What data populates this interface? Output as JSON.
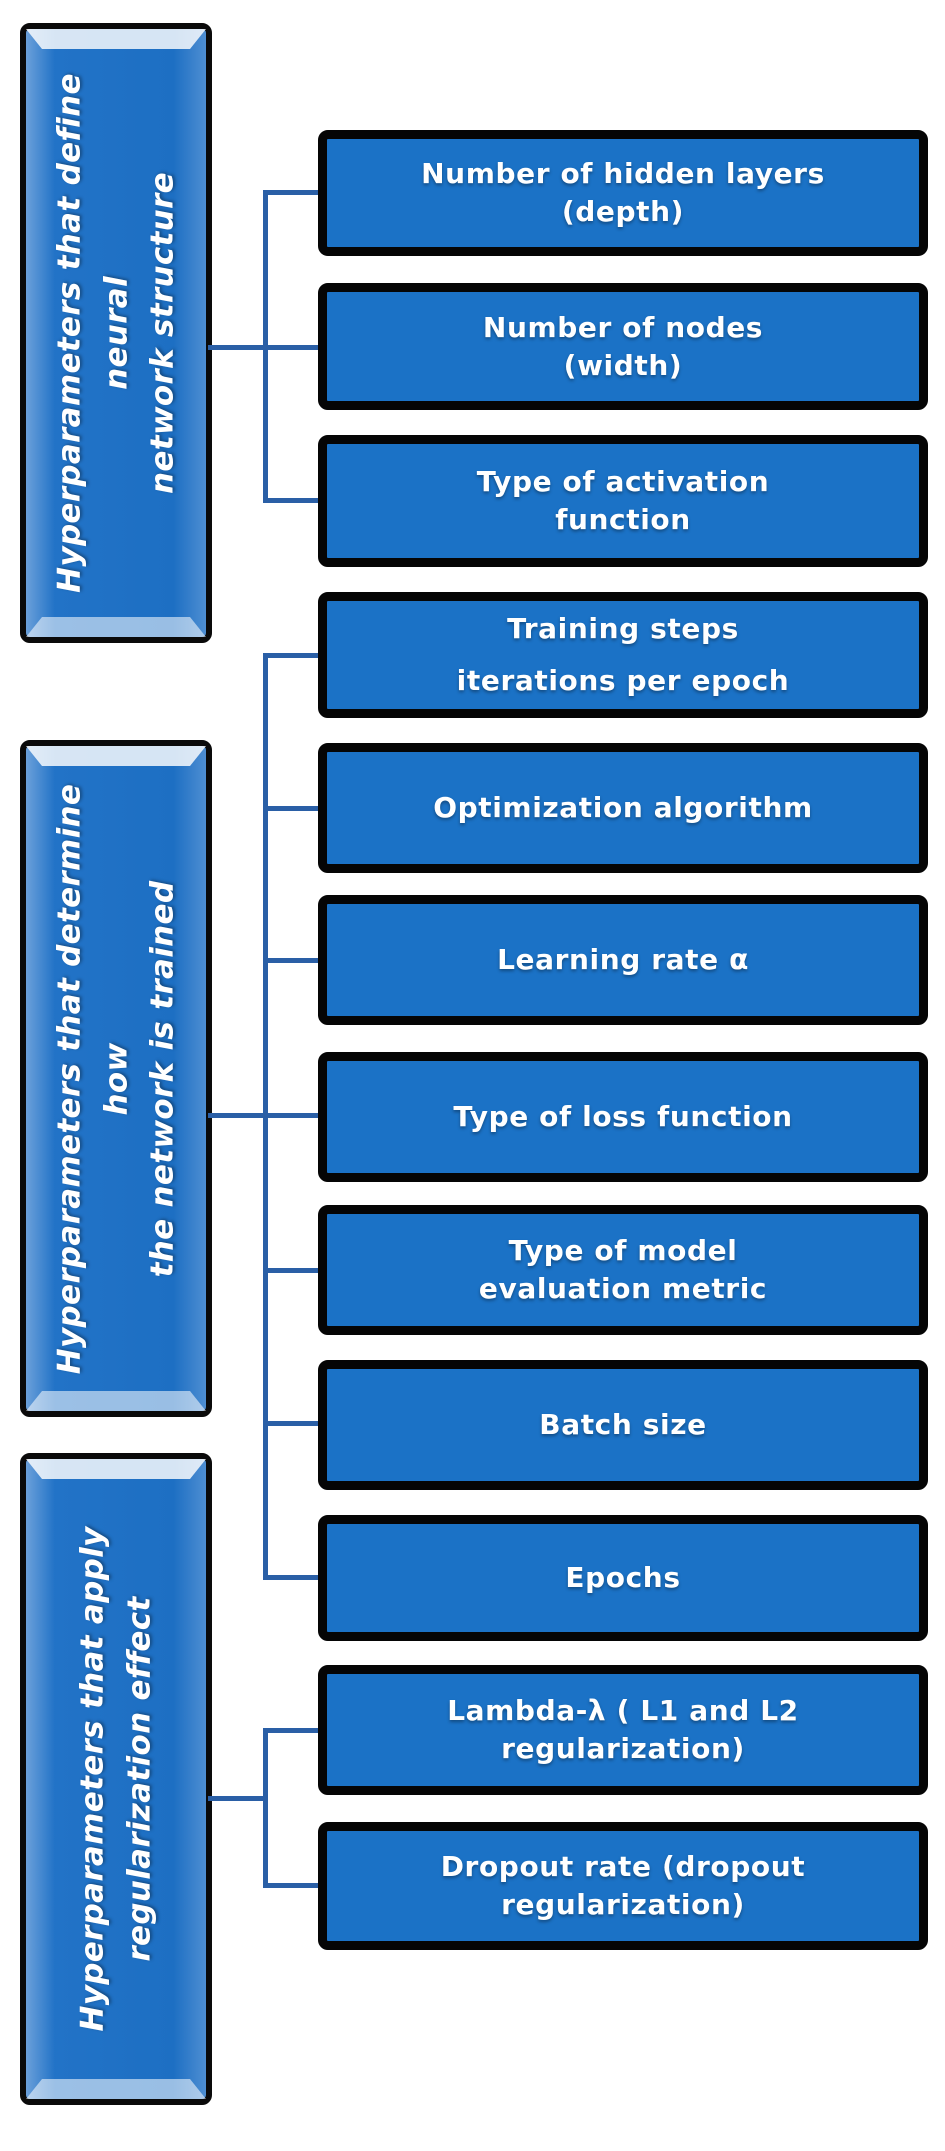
{
  "left_categories": [
    {
      "label": "Hyperparameters that define neural\nnetwork structure"
    },
    {
      "label": "Hyperparameters that determine how\nthe network is trained"
    },
    {
      "label": "Hyperparameters that apply\nregularization effect"
    }
  ],
  "right_boxes": [
    {
      "label": "Number of hidden layers\n(depth)"
    },
    {
      "label": "Number of nodes\n(width)"
    },
    {
      "label": "Type of activation\nfunction"
    },
    {
      "label": "Training steps\niterations per epoch"
    },
    {
      "label": "Optimization algorithm"
    },
    {
      "label": "Learning rate α"
    },
    {
      "label": "Type of loss function"
    },
    {
      "label": "Type of model\nevaluation metric"
    },
    {
      "label": "Batch size"
    },
    {
      "label": "Epochs"
    },
    {
      "label": "Lambda-λ ( L1 and L2\nregularization)"
    },
    {
      "label": "Dropout rate (dropout\nregularization)"
    }
  ],
  "colors": {
    "box_fill": "#1b72c6",
    "box_border": "#050505",
    "connector": "#2a5fa6",
    "text": "#ffffff",
    "background": "#ffffff"
  }
}
